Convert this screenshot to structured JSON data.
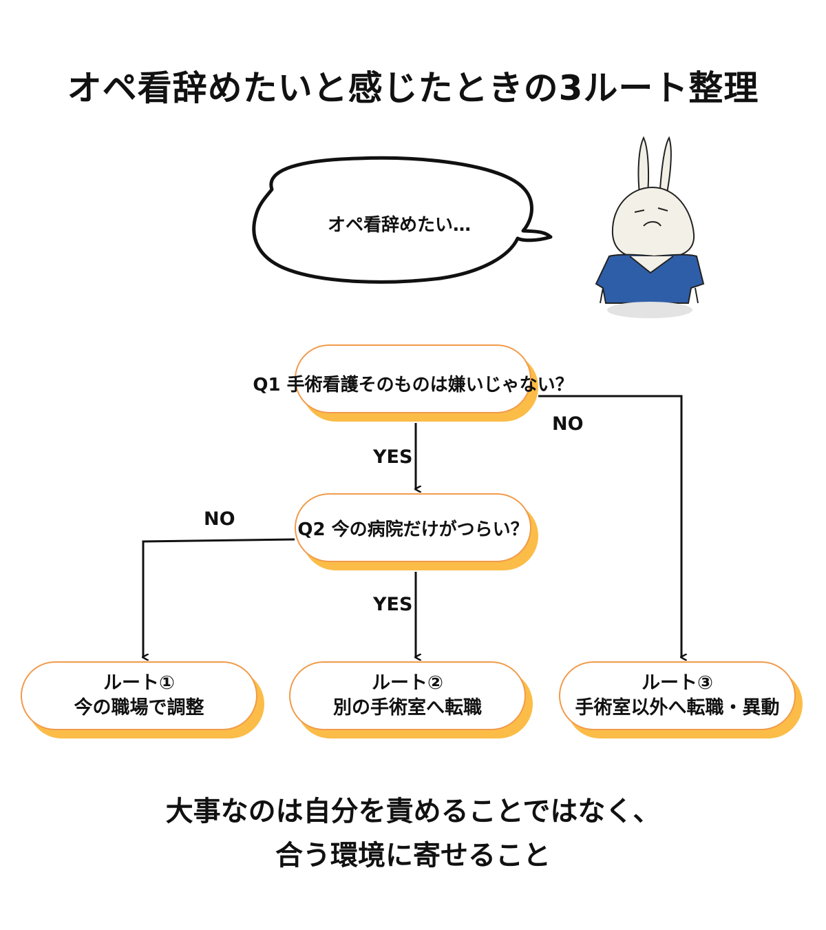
{
  "title": "オペ看辞めたいと感じたときの3ルート整理",
  "bubble": {
    "text": "オペ看辞めたい…"
  },
  "questions": {
    "q1": "Q1 手術看護そのものは嫌いじゃない？",
    "q2": "Q2 今の病院だけがつらい？"
  },
  "branches": {
    "q1_yes": "YES",
    "q1_no": "NO",
    "q2_yes": "YES",
    "q2_no": "NO"
  },
  "routes": [
    {
      "label": "ルート①",
      "desc": "今の職場で調整"
    },
    {
      "label": "ルート②",
      "desc": "別の手術室へ転職"
    },
    {
      "label": "ルート③",
      "desc": "手術室以外へ転職・異動"
    }
  ],
  "conclusion": {
    "line1": "大事なのは自分を責めることではなく、",
    "line2": "合う環境に寄せること"
  },
  "colors": {
    "node_border": "#f19a4a",
    "node_shadow": "#fbbd48",
    "scrubs": "#2f5ea8",
    "text": "#111111"
  },
  "icons": [
    "speech-bubble",
    "rabbit-nurse-character",
    "arrow-down"
  ]
}
